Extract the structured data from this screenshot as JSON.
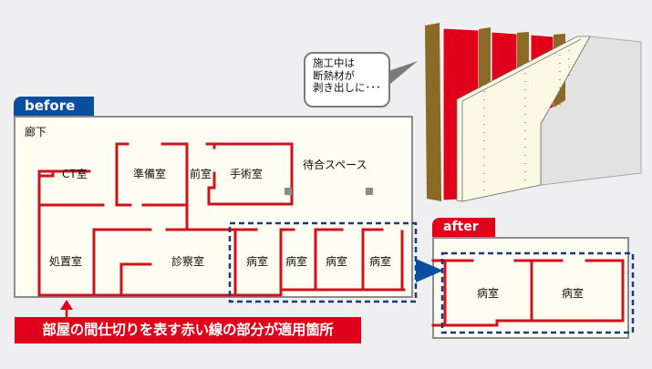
{
  "colors": {
    "background": "#efeff1",
    "plan_fill": "#fefdf1",
    "wall_red": "#d0111e",
    "before_blue": "#0a4ea0",
    "after_red": "#e0001a",
    "dashed_navy": "#1a3a78",
    "stud_brown": "#8b6a25",
    "insulation_red": "#e0001a",
    "board_cream": "#fbf9e4",
    "finish_gray": "#e2e2e2"
  },
  "before": {
    "tab_label": "before",
    "rooms": {
      "corridor": "廊下",
      "ct": "CT室",
      "prep": "準備室",
      "anteroom": "前室",
      "surgery": "手術室",
      "waiting": "待合スペース",
      "treatment": "処置室",
      "exam": "診察室",
      "ward1": "病室",
      "ward2": "病室",
      "ward3": "病室",
      "ward4": "病室"
    }
  },
  "after": {
    "tab_label": "after",
    "rooms": {
      "ward1": "病室",
      "ward2": "病室"
    }
  },
  "callout": {
    "text": "部屋の間仕切りを表す赤い線の部分が適用箇所"
  },
  "bubble": {
    "lines": [
      "施工中は",
      "断熱材が",
      "剥き出しに･･･"
    ]
  },
  "icons": {
    "arrow_up": "red-arrow-up",
    "arrow_right": "blue-triangle-right"
  }
}
